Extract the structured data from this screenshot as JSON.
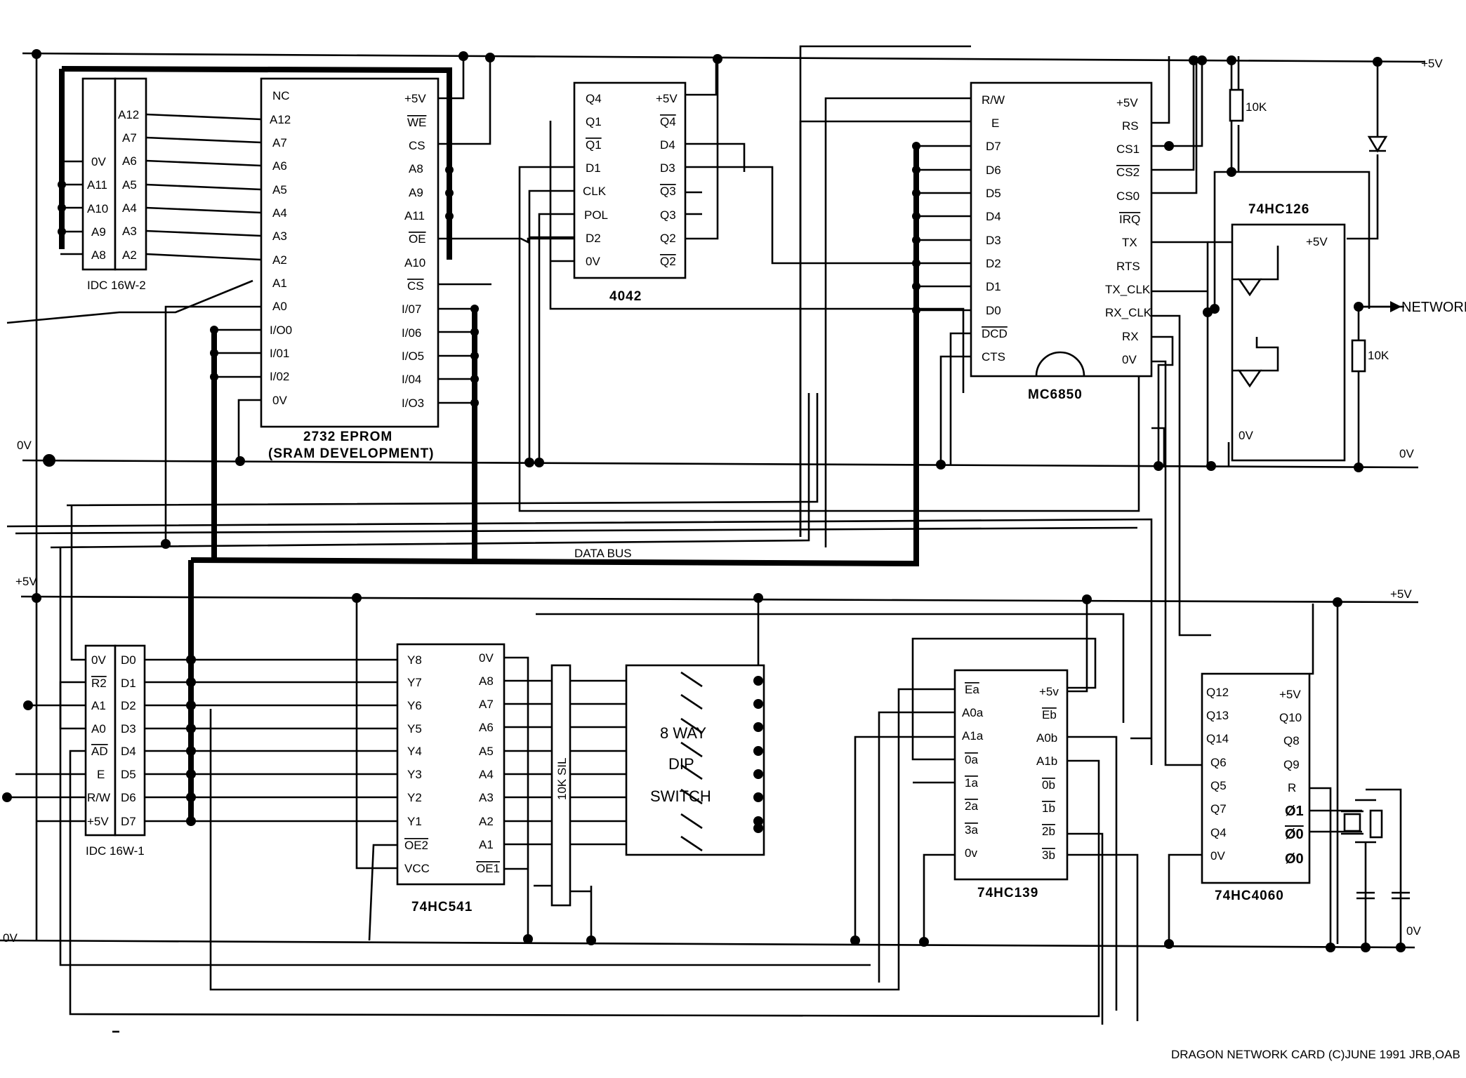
{
  "footer": "DRAGON NETWORK CARD  (C)JUNE 1991 JRB,OAB",
  "data_bus_label": "DATA BUS",
  "rail_labels": {
    "top_5v": "+5V",
    "mid_5v": "+5V",
    "left_5v": "+5V",
    "left_0v": "0V",
    "top_right_0v": "0V",
    "bottom_left_0v": "0V",
    "bottom_right_0v": "0V"
  },
  "network_label": "NETWORK",
  "resistors": {
    "r1": "10K",
    "r2": "10K"
  },
  "idc2": {
    "name": "IDC 16W-2",
    "left_pins": [
      "0V",
      "A11",
      "A10",
      "A9",
      "A8"
    ],
    "right_pins": [
      "A12",
      "A7",
      "A6",
      "A5",
      "A4",
      "A3",
      "A2"
    ]
  },
  "eprom": {
    "name": "2732  EPROM",
    "subtitle": "(SRAM  DEVELOPMENT)",
    "left_pins": [
      "NC",
      "A12",
      "A7",
      "A6",
      "A5",
      "A4",
      "A3",
      "A2",
      "A1",
      "A0",
      "I/O0",
      "I/01",
      "I/02",
      "0V"
    ],
    "right_pins": [
      "+5V",
      "WE",
      "CS",
      "A8",
      "A9",
      "A11",
      "OE",
      "A10",
      "CS",
      "I/07",
      "I/06",
      "I/O5",
      "I/04",
      "I/O3"
    ]
  },
  "c4042": {
    "name": "4042",
    "left_pins": [
      "Q4",
      "Q1",
      "Q1",
      "D1",
      "CLK",
      "POL",
      "D2",
      "0V"
    ],
    "right_pins": [
      "+5V",
      "Q4",
      "D4",
      "D3",
      "Q3",
      "Q3",
      "Q2",
      "Q2"
    ]
  },
  "mc6850": {
    "name": "MC6850",
    "left_pins": [
      "R/W",
      "E",
      "D7",
      "D6",
      "D5",
      "D4",
      "D3",
      "D2",
      "D1",
      "D0",
      "DCD",
      "CTS"
    ],
    "right_pins": [
      "+5V",
      "RS",
      "CS1",
      "CS2",
      "CS0",
      "IRQ",
      "TX",
      "RTS",
      "TX_CLK",
      "RX_CLK",
      "RX",
      "0V"
    ]
  },
  "c74hc126": {
    "name": "74HC126",
    "p5v": "+5V",
    "p0v": "0V"
  },
  "idc1": {
    "name": "IDC 16W-1",
    "left_pins": [
      "0V",
      "R2",
      "A1",
      "A0",
      "AD",
      "E",
      "R/W",
      "+5V"
    ],
    "right_pins": [
      "D0",
      "D1",
      "D2",
      "D3",
      "D4",
      "D5",
      "D6",
      "D7"
    ]
  },
  "c74hc541": {
    "name": "74HC541",
    "left_pins": [
      "Y8",
      "Y7",
      "Y6",
      "Y5",
      "Y4",
      "Y3",
      "Y2",
      "Y1",
      "OE2",
      "VCC"
    ],
    "right_pins": [
      "0V",
      "A8",
      "A7",
      "A6",
      "A5",
      "A4",
      "A3",
      "A2",
      "A1",
      "OE1"
    ]
  },
  "sil": {
    "name": "10K SIL"
  },
  "dip": {
    "line1": "8 WAY",
    "line2": "DIP",
    "line3": "SWITCH"
  },
  "c74hc139": {
    "name": "74HC139",
    "left_pins": [
      "Ea",
      "A0a",
      "A1a",
      "0a",
      "1a",
      "2a",
      "3a",
      "0v"
    ],
    "right_pins": [
      "+5v",
      "Eb",
      "A0b",
      "A1b",
      "0b",
      "1b",
      "2b",
      "3b"
    ]
  },
  "c74hc4060": {
    "name": "74HC4060",
    "left_pins": [
      "Q12",
      "Q13",
      "Q14",
      "Q6",
      "Q5",
      "Q7",
      "Q4",
      "0V"
    ],
    "right_pins": [
      "+5V",
      "Q10",
      "Q8",
      "Q9",
      "R",
      "Ø1",
      "Ø0",
      "Ø0"
    ]
  }
}
